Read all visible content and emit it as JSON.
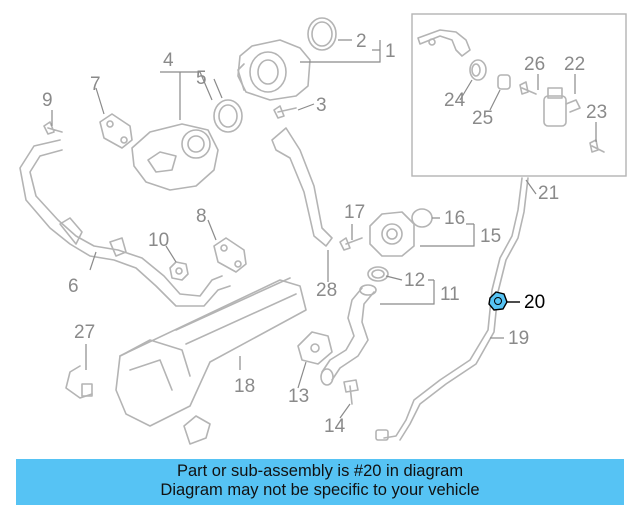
{
  "diagram": {
    "callouts": [
      "1",
      "2",
      "3",
      "4",
      "5",
      "6",
      "7",
      "8",
      "9",
      "10",
      "11",
      "12",
      "13",
      "14",
      "15",
      "16",
      "17",
      "18",
      "19",
      "20",
      "21",
      "22",
      "23",
      "24",
      "25",
      "26",
      "27",
      "28"
    ],
    "highlighted_part": "20",
    "highlight_color": "#56c3f4",
    "line_color": "#b4b4b4",
    "callout_color": "#8a8a8a"
  },
  "banner": {
    "line1": "Part or sub-assembly is #20 in diagram",
    "line2": "Diagram may not be specific to your vehicle",
    "background": "#56c3f4"
  }
}
